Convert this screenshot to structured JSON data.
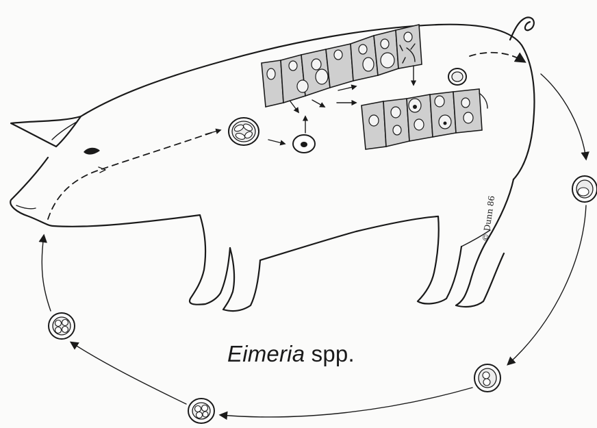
{
  "figure": {
    "title_genus": "Eimeria",
    "title_suffix": "spp.",
    "signature": "© Dunn 86",
    "ink_color": "#1a1a1a",
    "cell_fill": "#cfcfcf",
    "icons": [
      "pig-outline",
      "intestinal-epithelium",
      "sporulated-oocyst",
      "unsporulated-oocyst",
      "sporozoite",
      "cycle-arrow"
    ]
  }
}
